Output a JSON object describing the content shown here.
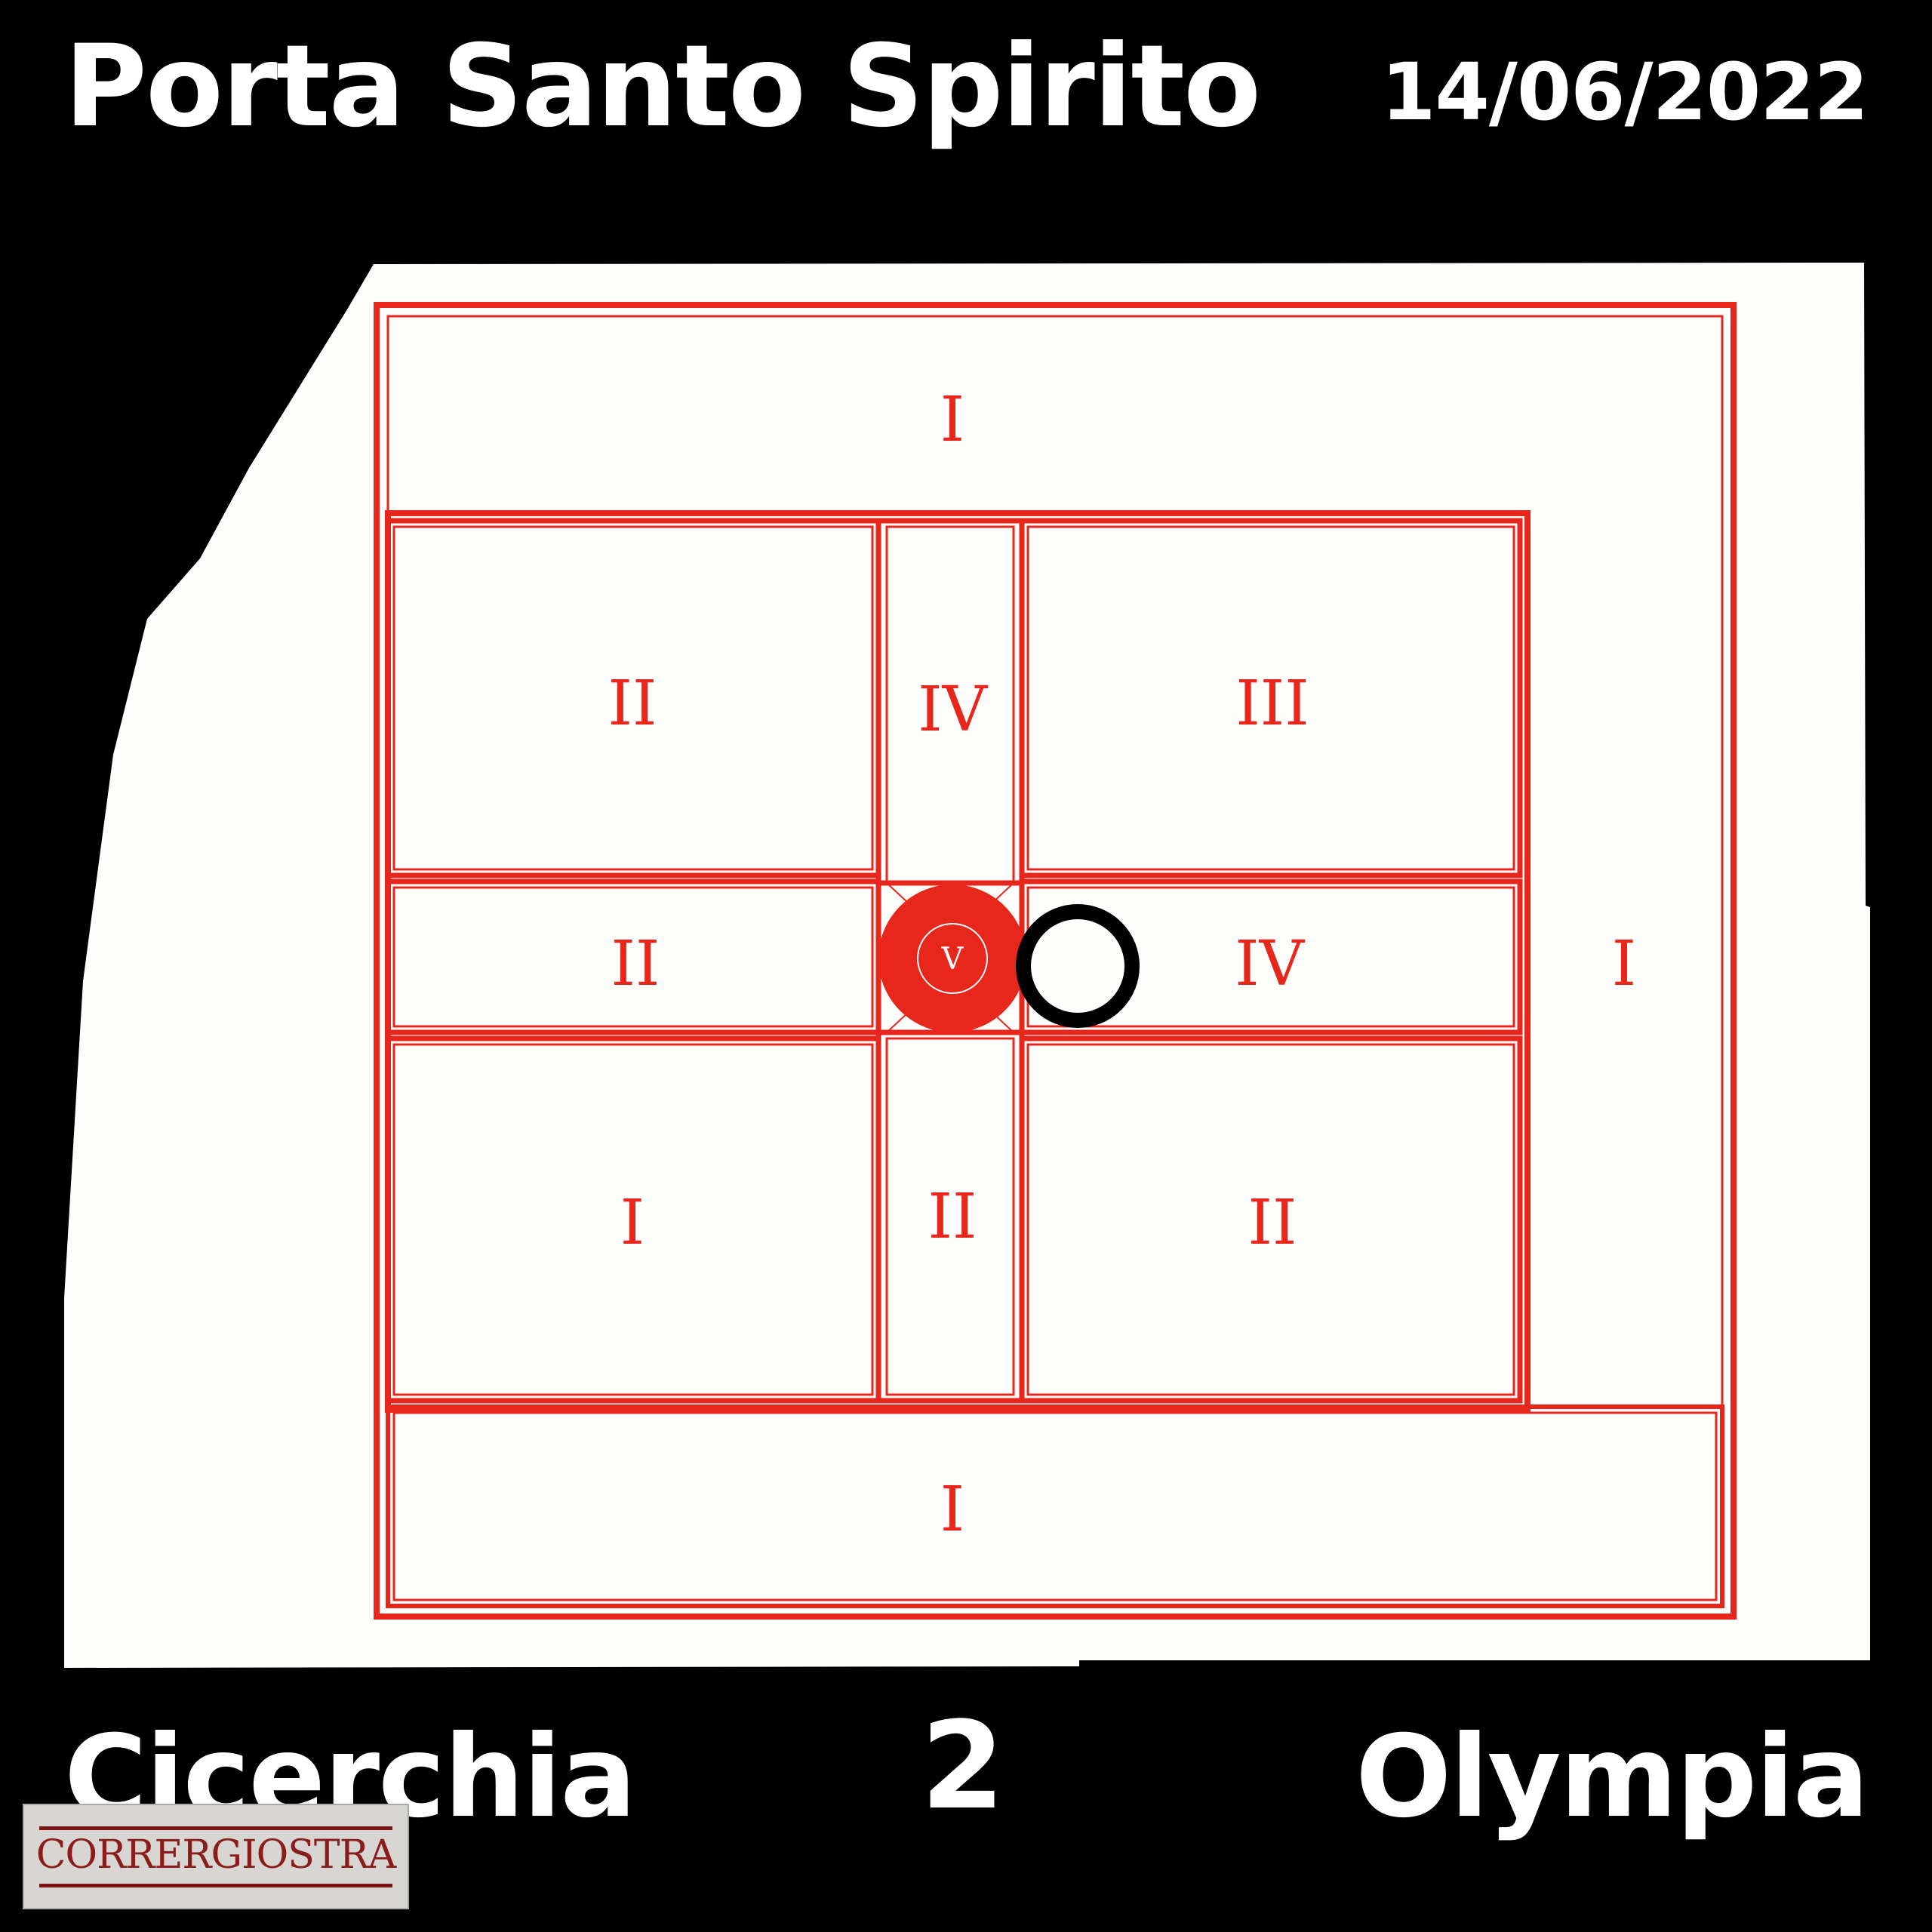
{
  "header": {
    "title": "Porta Santo Spirito",
    "date": "14/06/2022"
  },
  "footer": {
    "left_name": "Cicerchia",
    "score": "2",
    "right_name": "Olympia"
  },
  "target": {
    "zones": {
      "top_band": "I",
      "upper_left": "II",
      "upper_center": "IV",
      "upper_right": "III",
      "middle_left": "II",
      "bullseye": "V",
      "middle_right": "IV",
      "right_band": "I",
      "lower_left": "I",
      "lower_center": "II",
      "lower_right": "II",
      "bottom_band": "I"
    },
    "colors": {
      "line": "#e8271c",
      "paper": "#fdfdfb",
      "hit_marker": "#000000"
    }
  },
  "logo": {
    "text": "CORRERGIOSTRA"
  }
}
